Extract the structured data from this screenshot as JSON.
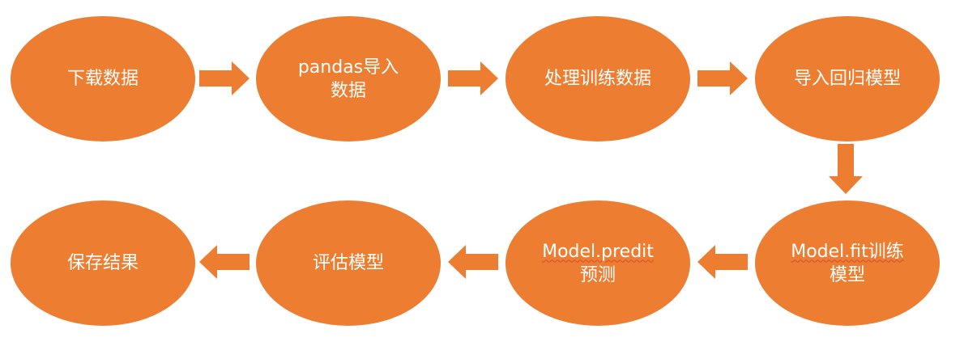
{
  "nodes": [
    {
      "id": "download-data",
      "lines": [
        "下载数据"
      ]
    },
    {
      "id": "pandas-import",
      "lines": [
        "pandas导入",
        "数据"
      ]
    },
    {
      "id": "process-training-data",
      "lines": [
        "处理训练数据"
      ]
    },
    {
      "id": "import-regression-model",
      "lines": [
        "导入回归模型"
      ]
    },
    {
      "id": "model-fit",
      "lines": [
        "Model.fit训练",
        "模型"
      ]
    },
    {
      "id": "model-predit",
      "lines": [
        "Model.predit",
        "预测"
      ]
    },
    {
      "id": "evaluate-model",
      "lines": [
        "评估模型"
      ]
    },
    {
      "id": "save-results",
      "lines": [
        "保存结果"
      ]
    }
  ],
  "colors": {
    "node_fill": "#ED7D31",
    "arrow_fill": "#ED7D31",
    "text": "#FFFFFF"
  }
}
